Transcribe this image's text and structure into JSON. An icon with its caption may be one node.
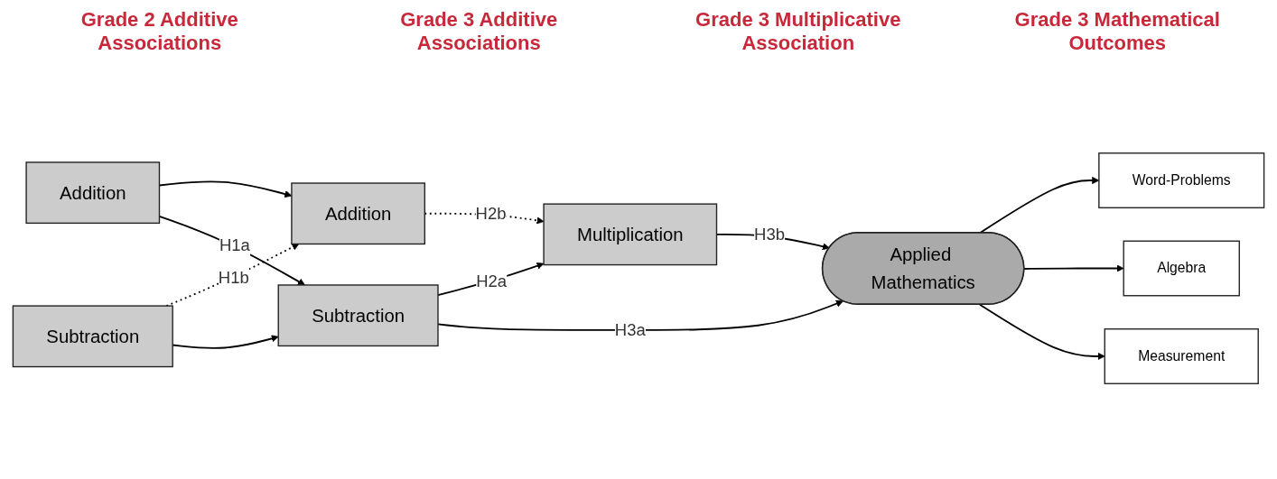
{
  "diagram": {
    "nodes": [
      {
        "text": [
          "Addition"
        ]
      },
      {
        "text": [
          "Subtraction"
        ]
      },
      {
        "text": [
          "Addition"
        ]
      },
      {
        "text": [
          "Subtraction"
        ]
      },
      {
        "text": [
          "Multiplication"
        ]
      },
      {
        "text": [
          "Applied Mathematics"
        ]
      },
      {
        "text": [
          "Word-Problems"
        ]
      },
      {
        "text": [
          "Algebra"
        ]
      },
      {
        "text": [
          "Measurement"
        ]
      }
    ],
    "edges": [
      {
        "from": 0,
        "to": 2,
        "arrow": "to"
      },
      {
        "from": 0,
        "to": 3,
        "arrow": "to",
        "label": "H1a"
      },
      {
        "from": 1,
        "to": 2,
        "arrow": "to",
        "label": "H1b",
        "style": "dashed"
      },
      {
        "from": 1,
        "to": 3,
        "arrow": "to"
      },
      {
        "from": 2,
        "to": 4,
        "arrow": "to",
        "label": "H2b",
        "style": "dashed"
      },
      {
        "from": 3,
        "to": 4,
        "arrow": "to",
        "label": "H2a"
      },
      {
        "from": 3,
        "to": 5,
        "arrow": "to",
        "label": "H3a"
      },
      {
        "from": 4,
        "to": 5,
        "arrow": "to",
        "label": "H3b"
      },
      {
        "from": 5,
        "to": 6,
        "arrow": "to"
      },
      {
        "from": 5,
        "to": 7,
        "arrow": "to"
      },
      {
        "from": 5,
        "to": 8,
        "arrow": "to"
      }
    ],
    "labels": [
      "Grade 2 Additive Associations",
      "Grade 3 Additive Associations",
      "Grade 3 Multiplicative Association",
      "Grade 3 Mathematical Outcomes"
    ]
  }
}
